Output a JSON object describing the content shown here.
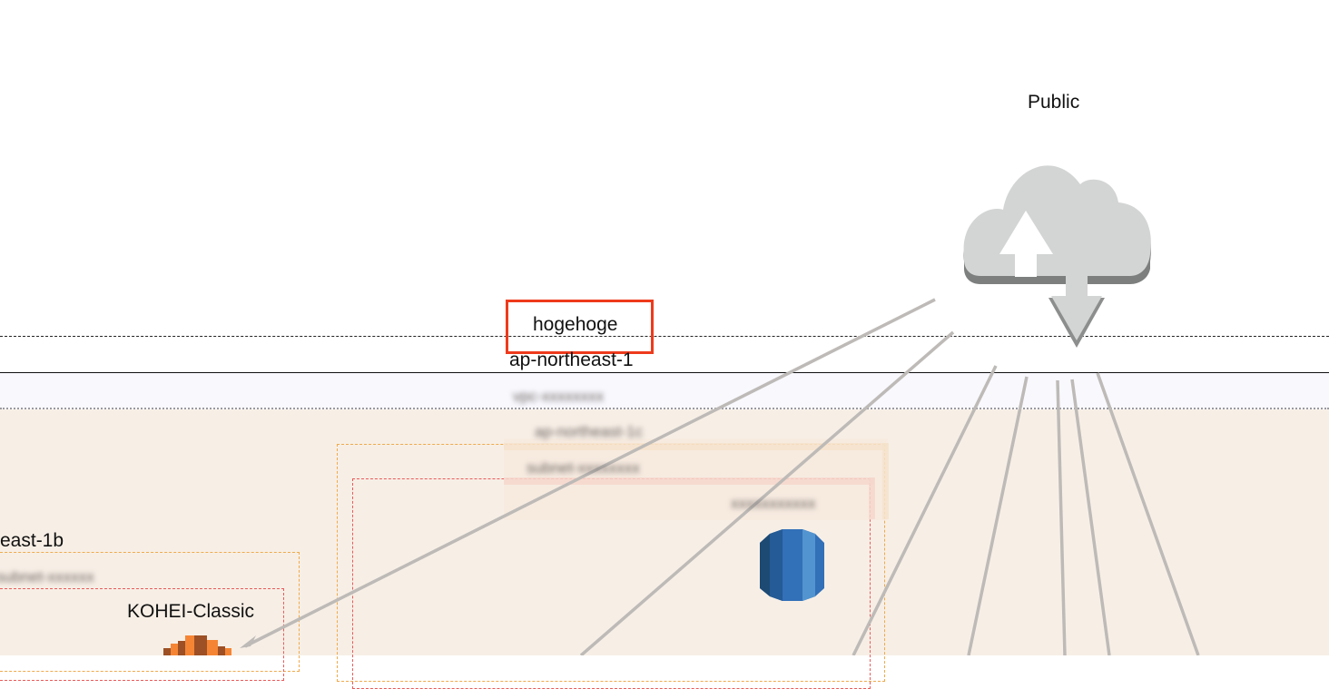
{
  "diagram": {
    "internet": {
      "label": "Public",
      "icon": "internet-gateway-cloud-icon",
      "colors": {
        "cloud": "#d3d4d4",
        "shadow": "#7d7e7e",
        "arrow": "#ffffff"
      }
    },
    "selection": {
      "label": "hogehoge",
      "border_color": "#ee3a1b"
    },
    "region": {
      "label": "ap-northeast-1"
    },
    "vpc": {
      "label_redacted": "vpc-xxxxxxxx",
      "band_color": "#f8f8fd"
    },
    "availability_zones": [
      {
        "label": "east-1b",
        "subnet_label_redacted": "subnet-xxxxxx",
        "border_color": "#f0a94a",
        "instances": [
          {
            "label": "KOHEI-Classic",
            "type": "ec2",
            "icon": "ec2-instance-icon",
            "color": "#f58534"
          }
        ]
      },
      {
        "label_redacted": "ap-northeast-1c",
        "subnet_label_redacted": "subnet-xxxxxxxx",
        "border_color": "#f0a94a",
        "instances": [
          {
            "label_redacted": "xxxxxxxxxxx",
            "type": "rds",
            "icon": "rds-database-icon",
            "color": "#3270b8"
          }
        ]
      }
    ],
    "colors": {
      "subnet_fill": "#f7efe6",
      "subnet_border": "#ea5a5a",
      "connector": "#bdbab7"
    }
  }
}
